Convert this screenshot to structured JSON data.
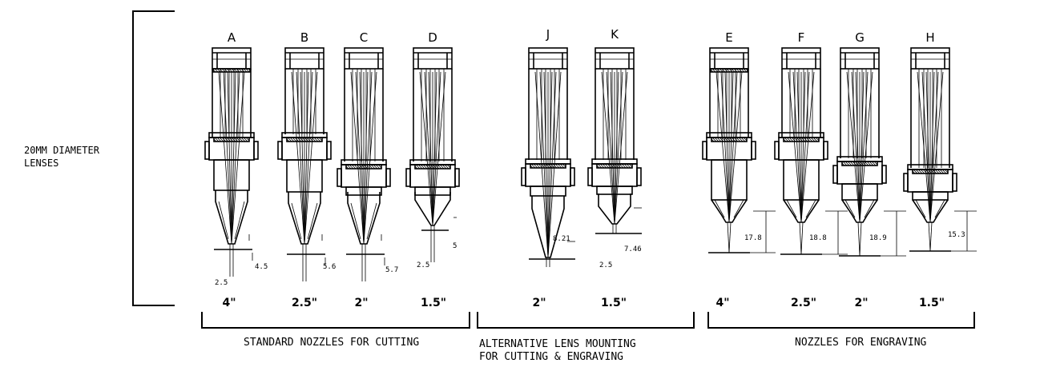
{
  "side_label": {
    "line1": "20MM DIAMETER",
    "line2": "LENSES"
  },
  "nozzles": [
    {
      "id": "A",
      "variant": "standard",
      "focal": "4\"",
      "dims": [
        "4.5",
        "2.5"
      ]
    },
    {
      "id": "B",
      "variant": "standard",
      "focal": "2.5\"",
      "dims": [
        "5.6"
      ]
    },
    {
      "id": "C",
      "variant": "standard",
      "focal": "2\"",
      "dims": [
        "5.7"
      ]
    },
    {
      "id": "D",
      "variant": "standard",
      "focal": "1.5\"",
      "dims": [
        "5",
        "2.5"
      ]
    },
    {
      "id": "J",
      "variant": "alternative",
      "focal": "2\"",
      "dims": [
        "8.21"
      ]
    },
    {
      "id": "K",
      "variant": "alternative",
      "focal": "1.5\"",
      "dims": [
        "7.46",
        "2.5"
      ]
    },
    {
      "id": "E",
      "variant": "engraving",
      "focal": "4\"",
      "dims": [
        "17.8"
      ]
    },
    {
      "id": "F",
      "variant": "engraving",
      "focal": "2.5\"",
      "dims": [
        "18.8"
      ]
    },
    {
      "id": "G",
      "variant": "engraving",
      "focal": "2\"",
      "dims": [
        "18.9"
      ]
    },
    {
      "id": "H",
      "variant": "engraving",
      "focal": "1.5\"",
      "dims": [
        "15.3"
      ]
    }
  ],
  "groups": {
    "cutting": {
      "label": "STANDARD NOZZLES FOR CUTTING"
    },
    "alternative": {
      "line1": "ALTERNATIVE LENS MOUNTING",
      "line2": "FOR CUTTING & ENGRAVING"
    },
    "engraving": {
      "label": "NOZZLES FOR ENGRAVING"
    }
  }
}
